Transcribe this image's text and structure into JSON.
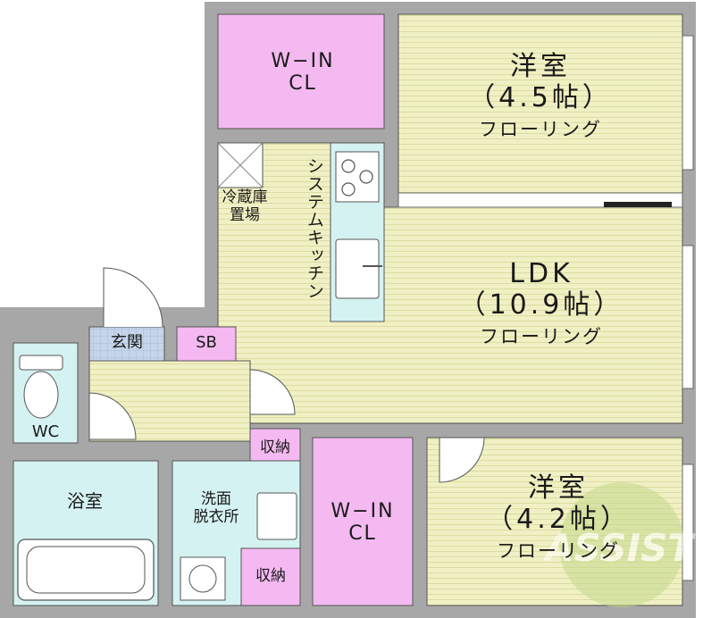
{
  "rooms": {
    "wic_top": {
      "line1": "W−IN",
      "line2": "CL"
    },
    "western_top": {
      "name": "洋室",
      "size": "（4.5帖）",
      "floor": "フローリング"
    },
    "fridge": {
      "line1": "冷蔵庫",
      "line2": "置場"
    },
    "kitchen": {
      "name": "システムキッチン"
    },
    "ldk": {
      "name": "LDK",
      "size": "（10.9帖）",
      "floor": "フローリング"
    },
    "entrance": {
      "name": "玄関"
    },
    "sb": {
      "name": "SB"
    },
    "wc": {
      "name": "WC"
    },
    "storage_mid": {
      "name": "収納"
    },
    "wic_bottom": {
      "line1": "W−IN",
      "line2": "CL"
    },
    "western_bottom": {
      "name": "洋室",
      "size": "（4.2帖）",
      "floor": "フローリング"
    },
    "bath": {
      "name": "浴室"
    },
    "washroom": {
      "line1": "洗面",
      "line2": "脱衣所"
    },
    "storage_bottom": {
      "name": "収納"
    }
  },
  "watermark": {
    "text": "ASSIST"
  },
  "colors": {
    "wall": "#a7a7a7",
    "floor": "#f0f0c4",
    "closet": "#f3b9f0",
    "wet": "#d5f2f2",
    "entrance": "#c5d5ea",
    "watermark": "#c4d98a"
  }
}
